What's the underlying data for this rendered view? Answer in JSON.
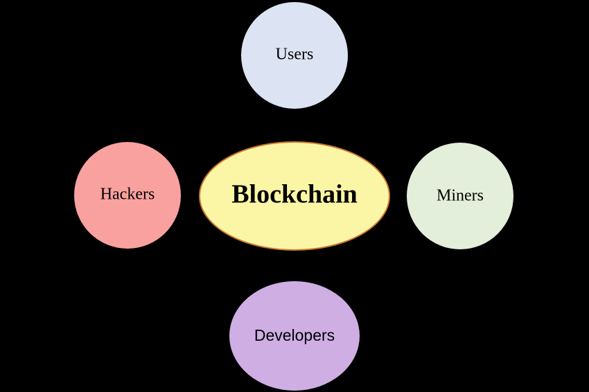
{
  "diagram": {
    "center": {
      "label": "Blockchain",
      "fill": "#fbf6a6",
      "stroke": "#c8772a"
    },
    "nodes": {
      "users": {
        "label": "Users",
        "fill": "#dce4f3"
      },
      "hackers": {
        "label": "Hackers",
        "fill": "#f9a19f"
      },
      "miners": {
        "label": "Miners",
        "fill": "#e3efda"
      },
      "developers": {
        "label": "Developers",
        "fill": "#ceaee3"
      }
    },
    "background": "#000000"
  }
}
